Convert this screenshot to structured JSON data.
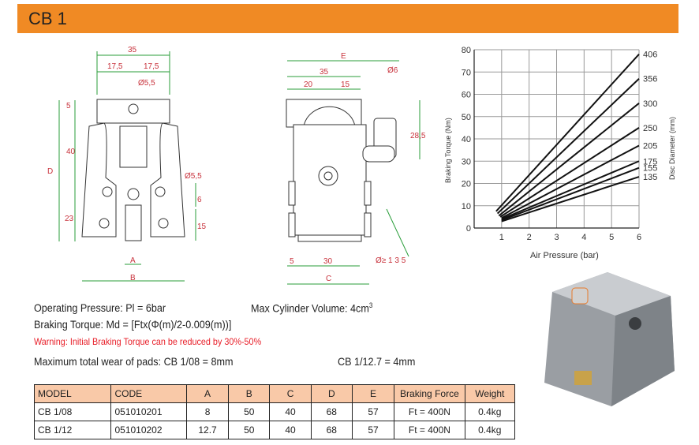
{
  "header": {
    "title": "CB 1",
    "color": "#f08a24"
  },
  "drawing_front": {
    "dims": [
      "35",
      "17,5",
      "17,5",
      "Ø5,5",
      "5",
      "40",
      "D",
      "23",
      "Ø5,5",
      "6",
      "15",
      "A",
      "B"
    ]
  },
  "drawing_side": {
    "dims": [
      "E",
      "35",
      "20",
      "15",
      "Ø6",
      "28,5",
      "5",
      "30",
      "C",
      "Ø≥ 1 3 5"
    ]
  },
  "specs": {
    "operating_pressure": "Operating Pressure: Pl = 6bar",
    "max_cylinder_volume": "Max Cylinder Volume: 4cm",
    "max_cylinder_volume_sup": "3",
    "braking_torque": "Braking Torque: Md = [Ftx(Φ(m)/2-0.009(m))]",
    "warning": "Warning: Initial Braking Torque can be reduced by 30%-50%",
    "wear_label": "Maximum total wear of pads:  CB 1/08 = 8mm",
    "wear_12": "CB 1/12.7 = 4mm"
  },
  "table": {
    "headers": [
      "MODEL",
      "CODE",
      "A",
      "B",
      "C",
      "D",
      "E",
      "Braking Force",
      "Weight"
    ],
    "rows": [
      [
        "CB 1/08",
        "051010201",
        "8",
        "50",
        "40",
        "68",
        "57",
        "Ft = 400N",
        "0.4kg"
      ],
      [
        "CB 1/12",
        "051010202",
        "12.7",
        "50",
        "40",
        "68",
        "57",
        "Ft = 400N",
        "0.4kg"
      ]
    ]
  },
  "chart_data": {
    "type": "line",
    "xlabel": "Air Pressure (bar)",
    "ylabel": "Braking Torque (Nm)",
    "y2label": "Disc Diameter (mm)",
    "xlim": [
      0,
      6
    ],
    "ylim": [
      0,
      80
    ],
    "xticks": [
      "1",
      "2",
      "3",
      "4",
      "5",
      "6"
    ],
    "yticks": [
      "0",
      "10",
      "20",
      "30",
      "40",
      "50",
      "60",
      "70",
      "80"
    ],
    "grid": true,
    "series": [
      {
        "name": "406",
        "x": [
          0.8,
          6
        ],
        "y": [
          7.5,
          78
        ]
      },
      {
        "name": "356",
        "x": [
          0.85,
          6
        ],
        "y": [
          6.5,
          67
        ]
      },
      {
        "name": "300",
        "x": [
          0.9,
          6
        ],
        "y": [
          5.5,
          56
        ]
      },
      {
        "name": "250",
        "x": [
          0.95,
          6
        ],
        "y": [
          5,
          45
        ]
      },
      {
        "name": "205",
        "x": [
          1,
          6
        ],
        "y": [
          4.5,
          37
        ]
      },
      {
        "name": "175",
        "x": [
          1,
          6
        ],
        "y": [
          4,
          30
        ]
      },
      {
        "name": "155",
        "x": [
          1,
          6
        ],
        "y": [
          3.5,
          27
        ]
      },
      {
        "name": "135",
        "x": [
          1,
          6
        ],
        "y": [
          3,
          23
        ]
      }
    ]
  }
}
